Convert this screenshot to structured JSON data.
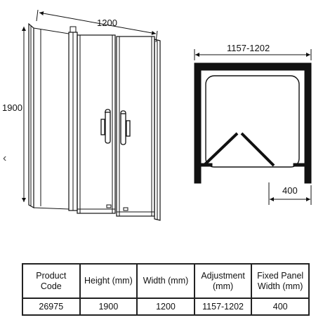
{
  "front_view": {
    "width_label": "1200",
    "height_label": "1900"
  },
  "plan_view": {
    "adjustment_label": "1157-1202",
    "panel_label": "400"
  },
  "nav": {
    "prev_icon": "chevron-left-icon",
    "glyph": "‹"
  },
  "table": {
    "headers": [
      "Product Code",
      "Height (mm)",
      "Width (mm)",
      "Adjustment (mm)",
      "Fixed Panel Width (mm)"
    ],
    "values": [
      "26975",
      "1900",
      "1200",
      "1157-1202",
      "400"
    ]
  }
}
